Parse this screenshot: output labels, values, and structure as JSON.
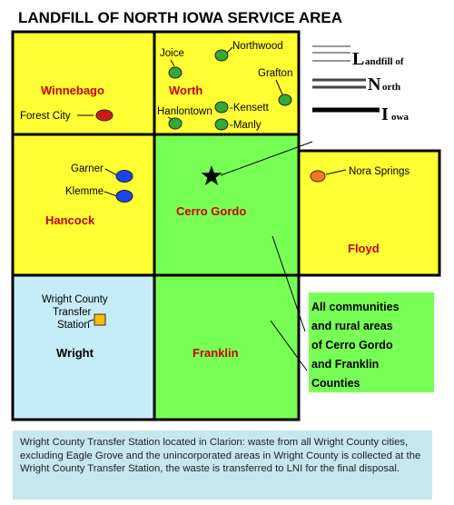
{
  "title": "LANDFILL OF NORTH IOWA SERVICE AREA",
  "logo": {
    "line1_initial": "L",
    "line1_rest": "andfill of",
    "line2_initial": "N",
    "line2_rest": "orth",
    "line3_initial": "I",
    "line3_rest": "owa"
  },
  "counties": {
    "winnebago": "Winnebago",
    "worth": "Worth",
    "hancock": "Hancock",
    "cerro_gordo": "Cerro Gordo",
    "floyd": "Floyd",
    "wright": "Wright",
    "franklin": "Franklin"
  },
  "cities": {
    "forest_city": "Forest City",
    "joice": "Joice",
    "northwood": "Northwood",
    "grafton": "Grafton",
    "hanlontown": "Hanlontown",
    "kensett": "-Kensett",
    "manly": "-Manly",
    "garner": "Garner",
    "klemme": "Klemme",
    "nora_springs": "Nora Springs",
    "transfer_station_line1": "Wright County",
    "transfer_station_line2": "Transfer",
    "transfer_station_line3": "Station"
  },
  "callout": {
    "line1": "All communities",
    "line2": "and rural areas",
    "line3": "of Cerro Gordo",
    "line4": "and Franklin",
    "line5": "Counties"
  },
  "footnote": "Wright County Transfer Station located in Clarion: waste from all Wright County cities, excluding Eagle Grove and the unincorporated areas in Wright County is collected at the Wright County Transfer Station, the waste is transferred to LNI for the final disposal.",
  "colors": {
    "yellow": "#ffff33",
    "green": "#77ff55",
    "light_blue": "#c5ecf8",
    "county_label": "#cc0000",
    "forest_city_dot": "#cc1a1a",
    "worth_dots": "#33aa33",
    "hancock_dots": "#1a44ee",
    "nora_springs_dot": "#ff7711",
    "transfer_station": "#ffbb00",
    "footnote_bg": "#c6e7ee"
  },
  "icons": {
    "landfill": "star-icon",
    "transfer_station": "square-icon"
  }
}
